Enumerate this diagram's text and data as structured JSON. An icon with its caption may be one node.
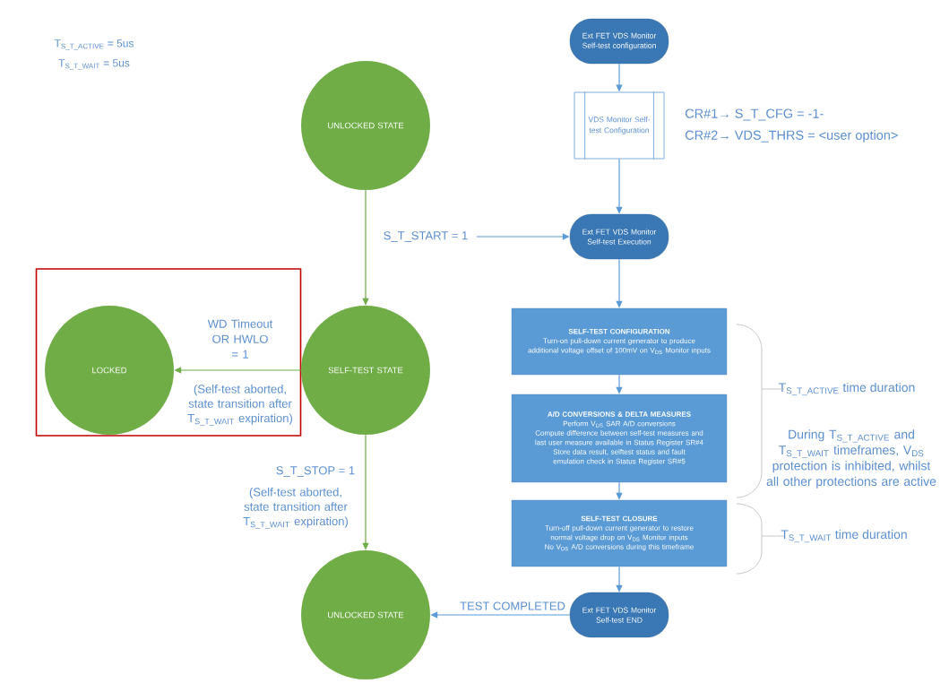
{
  "diagram": {
    "nodes": [
      {
        "text": [
          "UNLOCKED STATE"
        ]
      },
      {
        "text": [],
        "shape": "box"
      },
      {
        "text": [
          "LOCKED"
        ],
        "in": 1
      },
      {
        "text": [
          "SELF-TEST STATE"
        ]
      },
      {
        "text": [
          "UNLOCKED STATE"
        ]
      },
      {
        "text": [
          "Ext FET VDS Monitor Self-test configuration"
        ]
      },
      {
        "text": [
          "VDS Monitor Self-test Configuration"
        ]
      },
      {
        "text": [
          "Ext FET VDS Monitor Self-test Execution"
        ]
      },
      {
        "text": [
          "SELF-TEST CONFIGURATION",
          "Turn-on pull-down current generator to produce additional voltage offset of 100mV on V$_{DS}$ Monitor inputs"
        ]
      },
      {
        "text": [
          "A/D CONVERSIONS & DELTA MEASURES",
          "Perform V$_{DS}$ SAR A/D conversions",
          "Compute difference between self-test measures and last user measure available in Status Register SR#4",
          "Store data result, selftest status and fault emulation check in Status Register SR#5"
        ]
      },
      {
        "text": [
          "SELF-TEST CLOSURE",
          "Turn-off pull-down current generator to restore normal voltage drop on V$_{DS}$ Monitor inputs",
          "No V$_{DS}$ A/D conversions during this timeframe"
        ]
      },
      {
        "text": [
          "Ext FET VDS Monitor Self-test END"
        ]
      }
    ],
    "edges": [
      {
        "from": 0,
        "to": 3,
        "arrow": "to",
        "color": "#70ad47"
      },
      {
        "from": null,
        "to": 7,
        "arrow": "to",
        "label": "S_T_START = 1"
      },
      {
        "from": 3,
        "to": 2,
        "arrow": "to",
        "color": "#70ad47",
        "label": "WD Timeout OR HWLO = 1"
      },
      {
        "from": 3,
        "to": 4,
        "arrow": "to",
        "color": "#70ad47",
        "label": "S_T_STOP = 1"
      },
      {
        "from": 5,
        "to": 6,
        "arrow": "to"
      },
      {
        "from": 6,
        "to": 7,
        "arrow": "to"
      },
      {
        "from": 7,
        "to": 8,
        "arrow": "to"
      },
      {
        "from": 8,
        "to": 9,
        "arrow": "to"
      },
      {
        "from": 9,
        "to": 10,
        "arrow": "to"
      },
      {
        "from": 10,
        "to": 11,
        "arrow": "to"
      },
      {
        "from": 11,
        "to": 4,
        "arrow": "to",
        "label": "TEST COMPLETED"
      }
    ],
    "labels": [
      "T$_{S_T_ACTIVE}$ = 5us",
      "T$_{S_T_WAIT}$ = 5us",
      "CR#1→ S_T_CFG = -1-",
      "CR#2→ VDS_THRS  = <user option>",
      "(Self-test aborted, state transition after T$_{S_T_WAIT}$ expiration)",
      "(Self-test aborted, state transition after T$_{S_T_WAIT}$ expiration)",
      "T$_{S_T_ACTIVE}$ time duration",
      "During T$_{S_T_ACTIVE}$ and T$_{S_T_WAIT}$ timeframes, V$_{DS}$ protection is inhibited, whilst all other protections are active",
      "T$_{S_T_WAIT}$ time duration"
    ]
  }
}
